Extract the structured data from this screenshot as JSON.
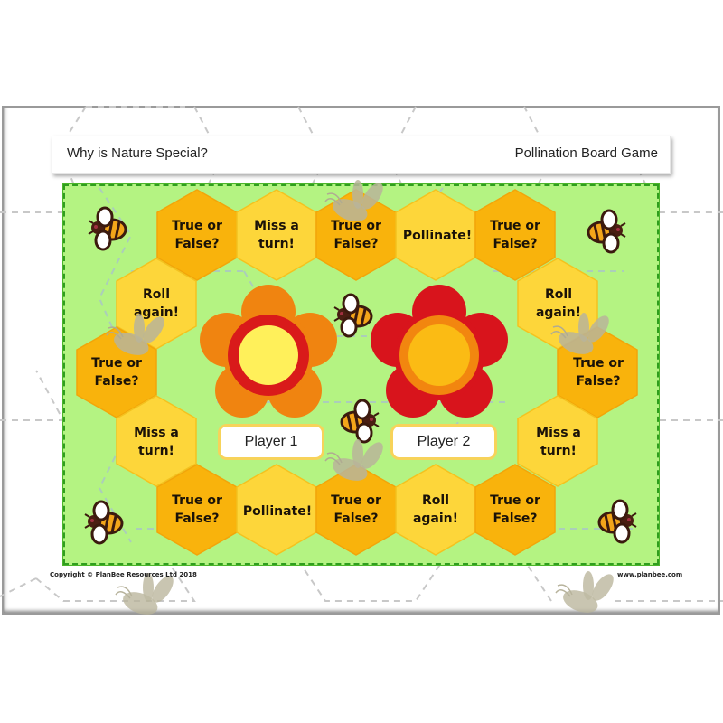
{
  "header": {
    "left_title": "Why is Nature Special?",
    "right_title": "Pollination Board Game"
  },
  "colors": {
    "board_bg": "#b4f382",
    "board_border": "#2f9e1e",
    "hex_dark": "#f9b30c",
    "hex_light": "#fdd63a",
    "flower1_petals": "#f08410",
    "flower1_ring": "#d91a1a",
    "flower1_center": "#fff05a",
    "flower2_petals": "#d8141c",
    "flower2_ring": "#f2860f",
    "flower2_center": "#fbbb14"
  },
  "board": {
    "tiles": [
      {
        "id": "top-1",
        "label_line1": "True or",
        "label_line2": "False?",
        "shade": "dark"
      },
      {
        "id": "top-2",
        "label_line1": "Miss a",
        "label_line2": "turn!",
        "shade": "light"
      },
      {
        "id": "top-3",
        "label_line1": "True or",
        "label_line2": "False?",
        "shade": "dark"
      },
      {
        "id": "top-4",
        "label_line1": "Pollinate!",
        "label_line2": "",
        "shade": "light"
      },
      {
        "id": "top-5",
        "label_line1": "True or",
        "label_line2": "False?",
        "shade": "dark"
      },
      {
        "id": "left-1",
        "label_line1": "Roll",
        "label_line2": "again!",
        "shade": "light"
      },
      {
        "id": "left-2",
        "label_line1": "True or",
        "label_line2": "False?",
        "shade": "dark"
      },
      {
        "id": "left-3",
        "label_line1": "Miss a",
        "label_line2": "turn!",
        "shade": "light"
      },
      {
        "id": "right-1",
        "label_line1": "Roll",
        "label_line2": "again!",
        "shade": "light"
      },
      {
        "id": "right-2",
        "label_line1": "True or",
        "label_line2": "False?",
        "shade": "dark"
      },
      {
        "id": "right-3",
        "label_line1": "Miss a",
        "label_line2": "turn!",
        "shade": "light"
      },
      {
        "id": "bottom-1",
        "label_line1": "True or",
        "label_line2": "False?",
        "shade": "dark"
      },
      {
        "id": "bottom-2",
        "label_line1": "Pollinate!",
        "label_line2": "",
        "shade": "light"
      },
      {
        "id": "bottom-3",
        "label_line1": "True or",
        "label_line2": "False?",
        "shade": "dark"
      },
      {
        "id": "bottom-4",
        "label_line1": "Roll",
        "label_line2": "again!",
        "shade": "light"
      },
      {
        "id": "bottom-5",
        "label_line1": "True or",
        "label_line2": "False?",
        "shade": "dark"
      }
    ],
    "players": [
      {
        "label": "Player 1"
      },
      {
        "label": "Player 2"
      }
    ]
  },
  "footer": {
    "copyright": "Copyright © PlanBee Resources Ltd 2018",
    "website": "www.planbee.com"
  }
}
